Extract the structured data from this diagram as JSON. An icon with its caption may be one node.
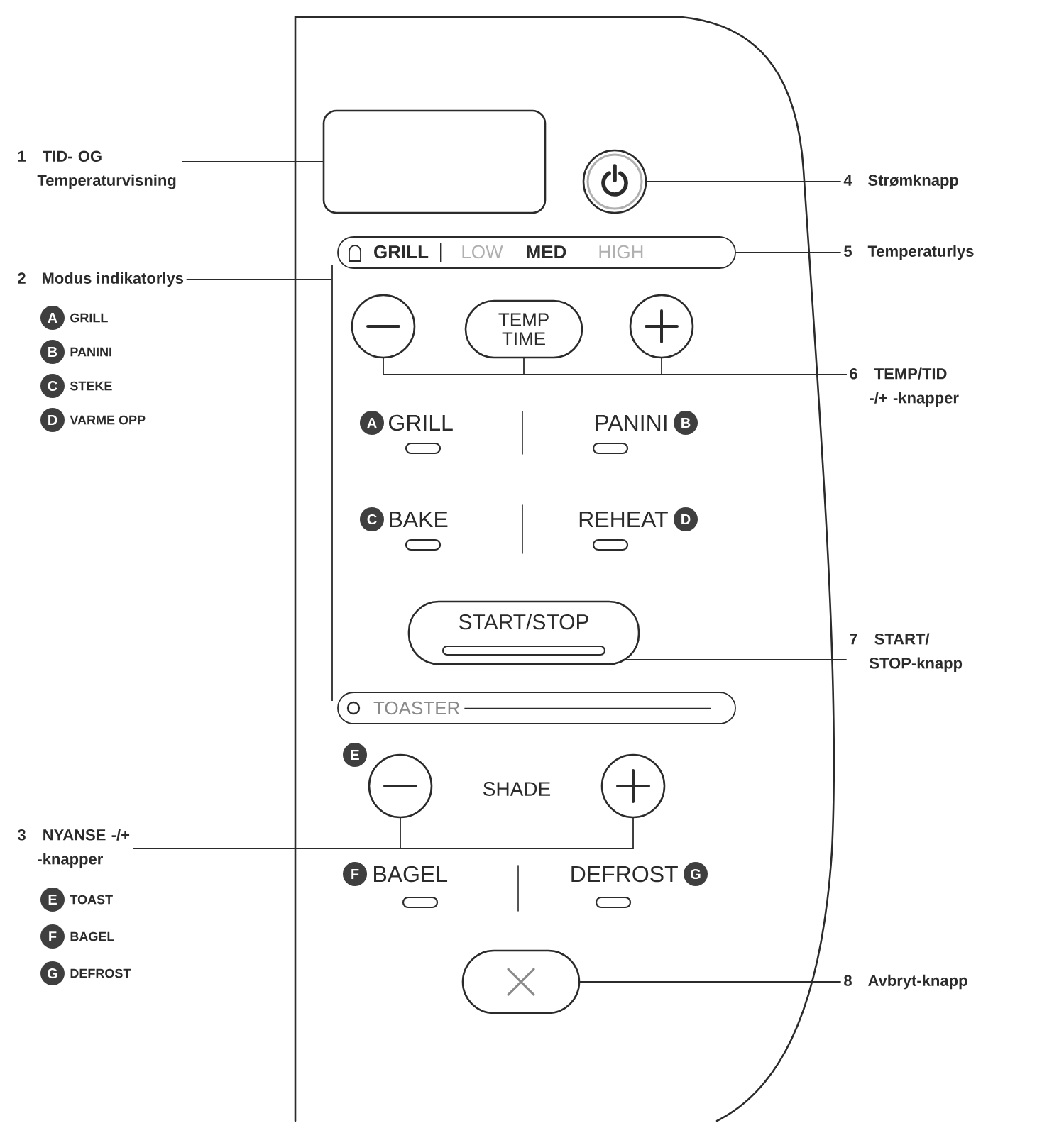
{
  "diagram": {
    "nodes": [
      {
        "text": [
          "1",
          "TID- OG Temperaturvisning"
        ]
      },
      {
        "text": [],
        "shape": "box"
      },
      {
        "text": [
          "4",
          "Strømknapp"
        ]
      },
      {
        "text": [],
        "shape": "circle"
      },
      {
        "text": [
          "5",
          "Temperaturlys"
        ]
      },
      {
        "text": [
          "GRILL",
          "LOW",
          "MED",
          "HIGH"
        ]
      },
      {
        "text": [
          "2",
          "Modus indikatorlys"
        ]
      },
      {
        "text": [
          "A"
        ]
      },
      {
        "text": [
          "B"
        ]
      },
      {
        "text": [
          "C"
        ]
      },
      {
        "text": [
          "D"
        ]
      },
      {
        "text": [
          "6",
          "TEMP/TID -/+ -knapper"
        ]
      },
      {
        "text": [],
        "shape": "circle"
      },
      {
        "text": [
          "TEMP TIME"
        ]
      },
      {
        "text": [],
        "shape": "circle"
      },
      {
        "text": [
          "A"
        ]
      },
      {
        "text": [
          "B"
        ]
      },
      {
        "text": [
          "C"
        ]
      },
      {
        "text": [
          "D"
        ]
      },
      {
        "text": [
          "7",
          "START/ STOP-knapp"
        ]
      },
      {
        "text": [
          "START/STOP"
        ]
      },
      {
        "text": [
          "TOASTER"
        ]
      },
      {
        "text": [
          "E"
        ]
      },
      {
        "text": [],
        "shape": "circle"
      },
      {
        "text": [],
        "shape": "circle"
      },
      {
        "text": [
          "3",
          "NYANSE -/+ -knapper"
        ]
      },
      {
        "text": [
          "E"
        ]
      },
      {
        "text": [
          "F"
        ]
      },
      {
        "text": [
          "G"
        ]
      },
      {
        "text": [
          "F"
        ]
      },
      {
        "text": [
          "G"
        ]
      },
      {
        "text": [],
        "shape": "box"
      },
      {
        "text": [
          "8",
          "Avbryt-knapp"
        ]
      },
      {
        "text": [],
        "shape": "bar"
      }
    ],
    "edges": [
      {
        "from": 0,
        "to": 1,
        "arrow": "none"
      },
      {
        "from": 2,
        "to": 3,
        "arrow": "none"
      },
      {
        "from": 4,
        "to": 5,
        "arrow": "none"
      },
      {
        "from": 6,
        "to": 33,
        "arrow": "none"
      },
      {
        "from": 11,
        "to": 12,
        "arrow": "none"
      },
      {
        "from": 11,
        "to": 13,
        "arrow": "none"
      },
      {
        "from": 11,
        "to": 14,
        "arrow": "none"
      },
      {
        "from": 19,
        "to": 20,
        "arrow": "none"
      },
      {
        "from": 25,
        "to": 23,
        "arrow": "none"
      },
      {
        "from": 25,
        "to": 24,
        "arrow": "none"
      },
      {
        "from": 32,
        "to": 31,
        "arrow": "none"
      }
    ],
    "labels": [
      "GRILL",
      "PANINI",
      "STEKE",
      "VARME OPP",
      "GRILL",
      "PANINI",
      "BAKE",
      "REHEAT",
      "SHADE",
      "BAGEL",
      "DEFROST",
      "TOAST",
      "BAGEL",
      "DEFROST"
    ]
  }
}
